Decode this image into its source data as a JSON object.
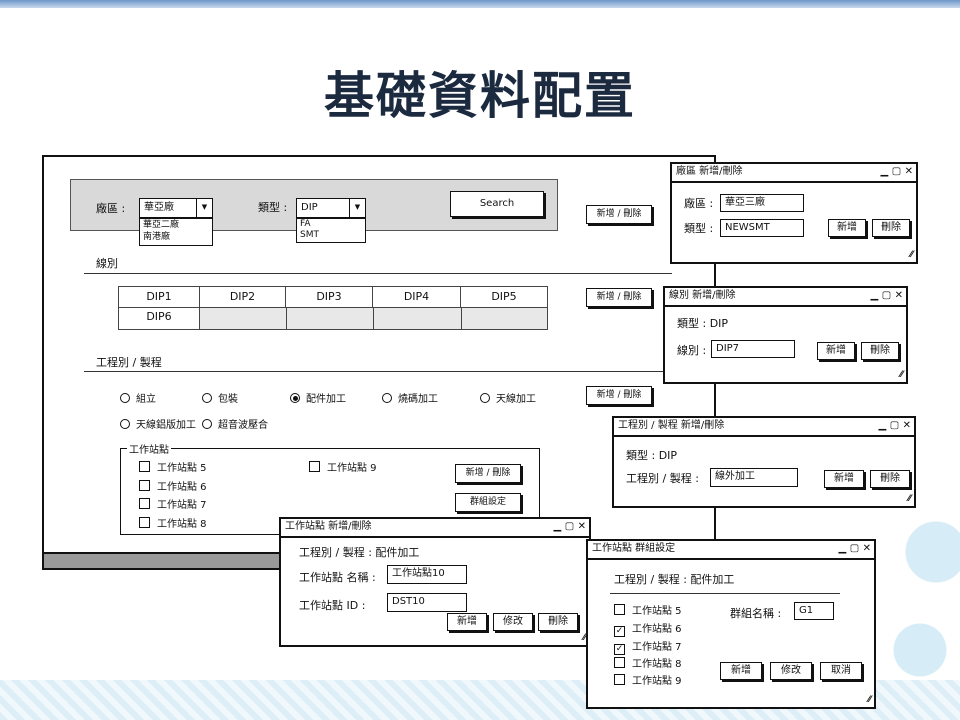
{
  "page_title": "基礎資料配置",
  "main": {
    "filter": {
      "factory_label": "廠區 :",
      "factory_value": "華亞廠",
      "factory_options": [
        "華亞二廠",
        "南港廠"
      ],
      "type_label": "類型 :",
      "type_value": "DIP",
      "type_options": [
        "FA",
        "SMT"
      ],
      "search_label": "Search",
      "add_delete_label": "新增 / 刪除"
    },
    "line_section": {
      "heading": "線別",
      "lines": [
        "DIP1",
        "DIP2",
        "DIP3",
        "DIP4",
        "DIP5",
        "DIP6"
      ],
      "add_delete_label": "新增 / 刪除"
    },
    "process_section": {
      "heading": "工程別 / 製程",
      "options": [
        "組立",
        "包裝",
        "配件加工",
        "燒碼加工",
        "天線加工",
        "天線鋁版加工",
        "超音波壓合"
      ],
      "selected": "配件加工",
      "add_delete_label": "新增 / 刪除"
    },
    "station_group": {
      "legend": "工作站點",
      "stations": [
        "工作站點 5",
        "工作站點 6",
        "工作站點 7",
        "工作站點 8",
        "工作站點 9"
      ],
      "add_delete_label": "新增 / 刪除",
      "group_settings_label": "群組設定"
    }
  },
  "dialog_factory": {
    "title": "廠區 新增/刪除",
    "factory_label": "廠區 :",
    "factory_value": "華亞三廠",
    "type_label": "類型 :",
    "type_value": "NEWSMT",
    "add_label": "新增",
    "delete_label": "刪除"
  },
  "dialog_line": {
    "title": "線別 新增/刪除",
    "type_text": "類型 : DIP",
    "line_label": "線別 :",
    "line_value": "DIP7",
    "add_label": "新增",
    "delete_label": "刪除"
  },
  "dialog_process": {
    "title": "工程別 / 製程 新增/刪除",
    "type_text": "類型 : DIP",
    "process_label": "工程別 / 製程 :",
    "process_value": "線外加工",
    "add_label": "新增",
    "delete_label": "刪除"
  },
  "dialog_station": {
    "title": "工作站點 新增/刪除",
    "process_text": "工程別 / 製程 : 配件加工",
    "name_label": "工作站點 名稱 :",
    "name_value": "工作站點10",
    "id_label": "工作站點 ID :",
    "id_value": "DST10",
    "add_label": "新增",
    "edit_label": "修改",
    "delete_label": "刪除"
  },
  "dialog_group": {
    "title": "工作站點 群組設定",
    "process_text": "工程別 / 製程 : 配件加工",
    "stations": [
      {
        "label": "工作站點 5",
        "checked": false
      },
      {
        "label": "工作站點 6",
        "checked": true
      },
      {
        "label": "工作站點 7",
        "checked": true
      },
      {
        "label": "工作站點 8",
        "checked": false
      },
      {
        "label": "工作站點 9",
        "checked": false
      }
    ],
    "group_name_label": "群組名稱 :",
    "group_name_value": "G1",
    "add_label": "新增",
    "edit_label": "修改",
    "cancel_label": "取消"
  },
  "icons": {
    "window_controls": "minimize-maximize-close-icons",
    "resize_grip": "resize-grip-icon",
    "dropdown": "chevron-down-icon"
  },
  "colors": {
    "title": "#1c2a40",
    "frame": "#111111",
    "top_accent": "#6e97c8"
  }
}
